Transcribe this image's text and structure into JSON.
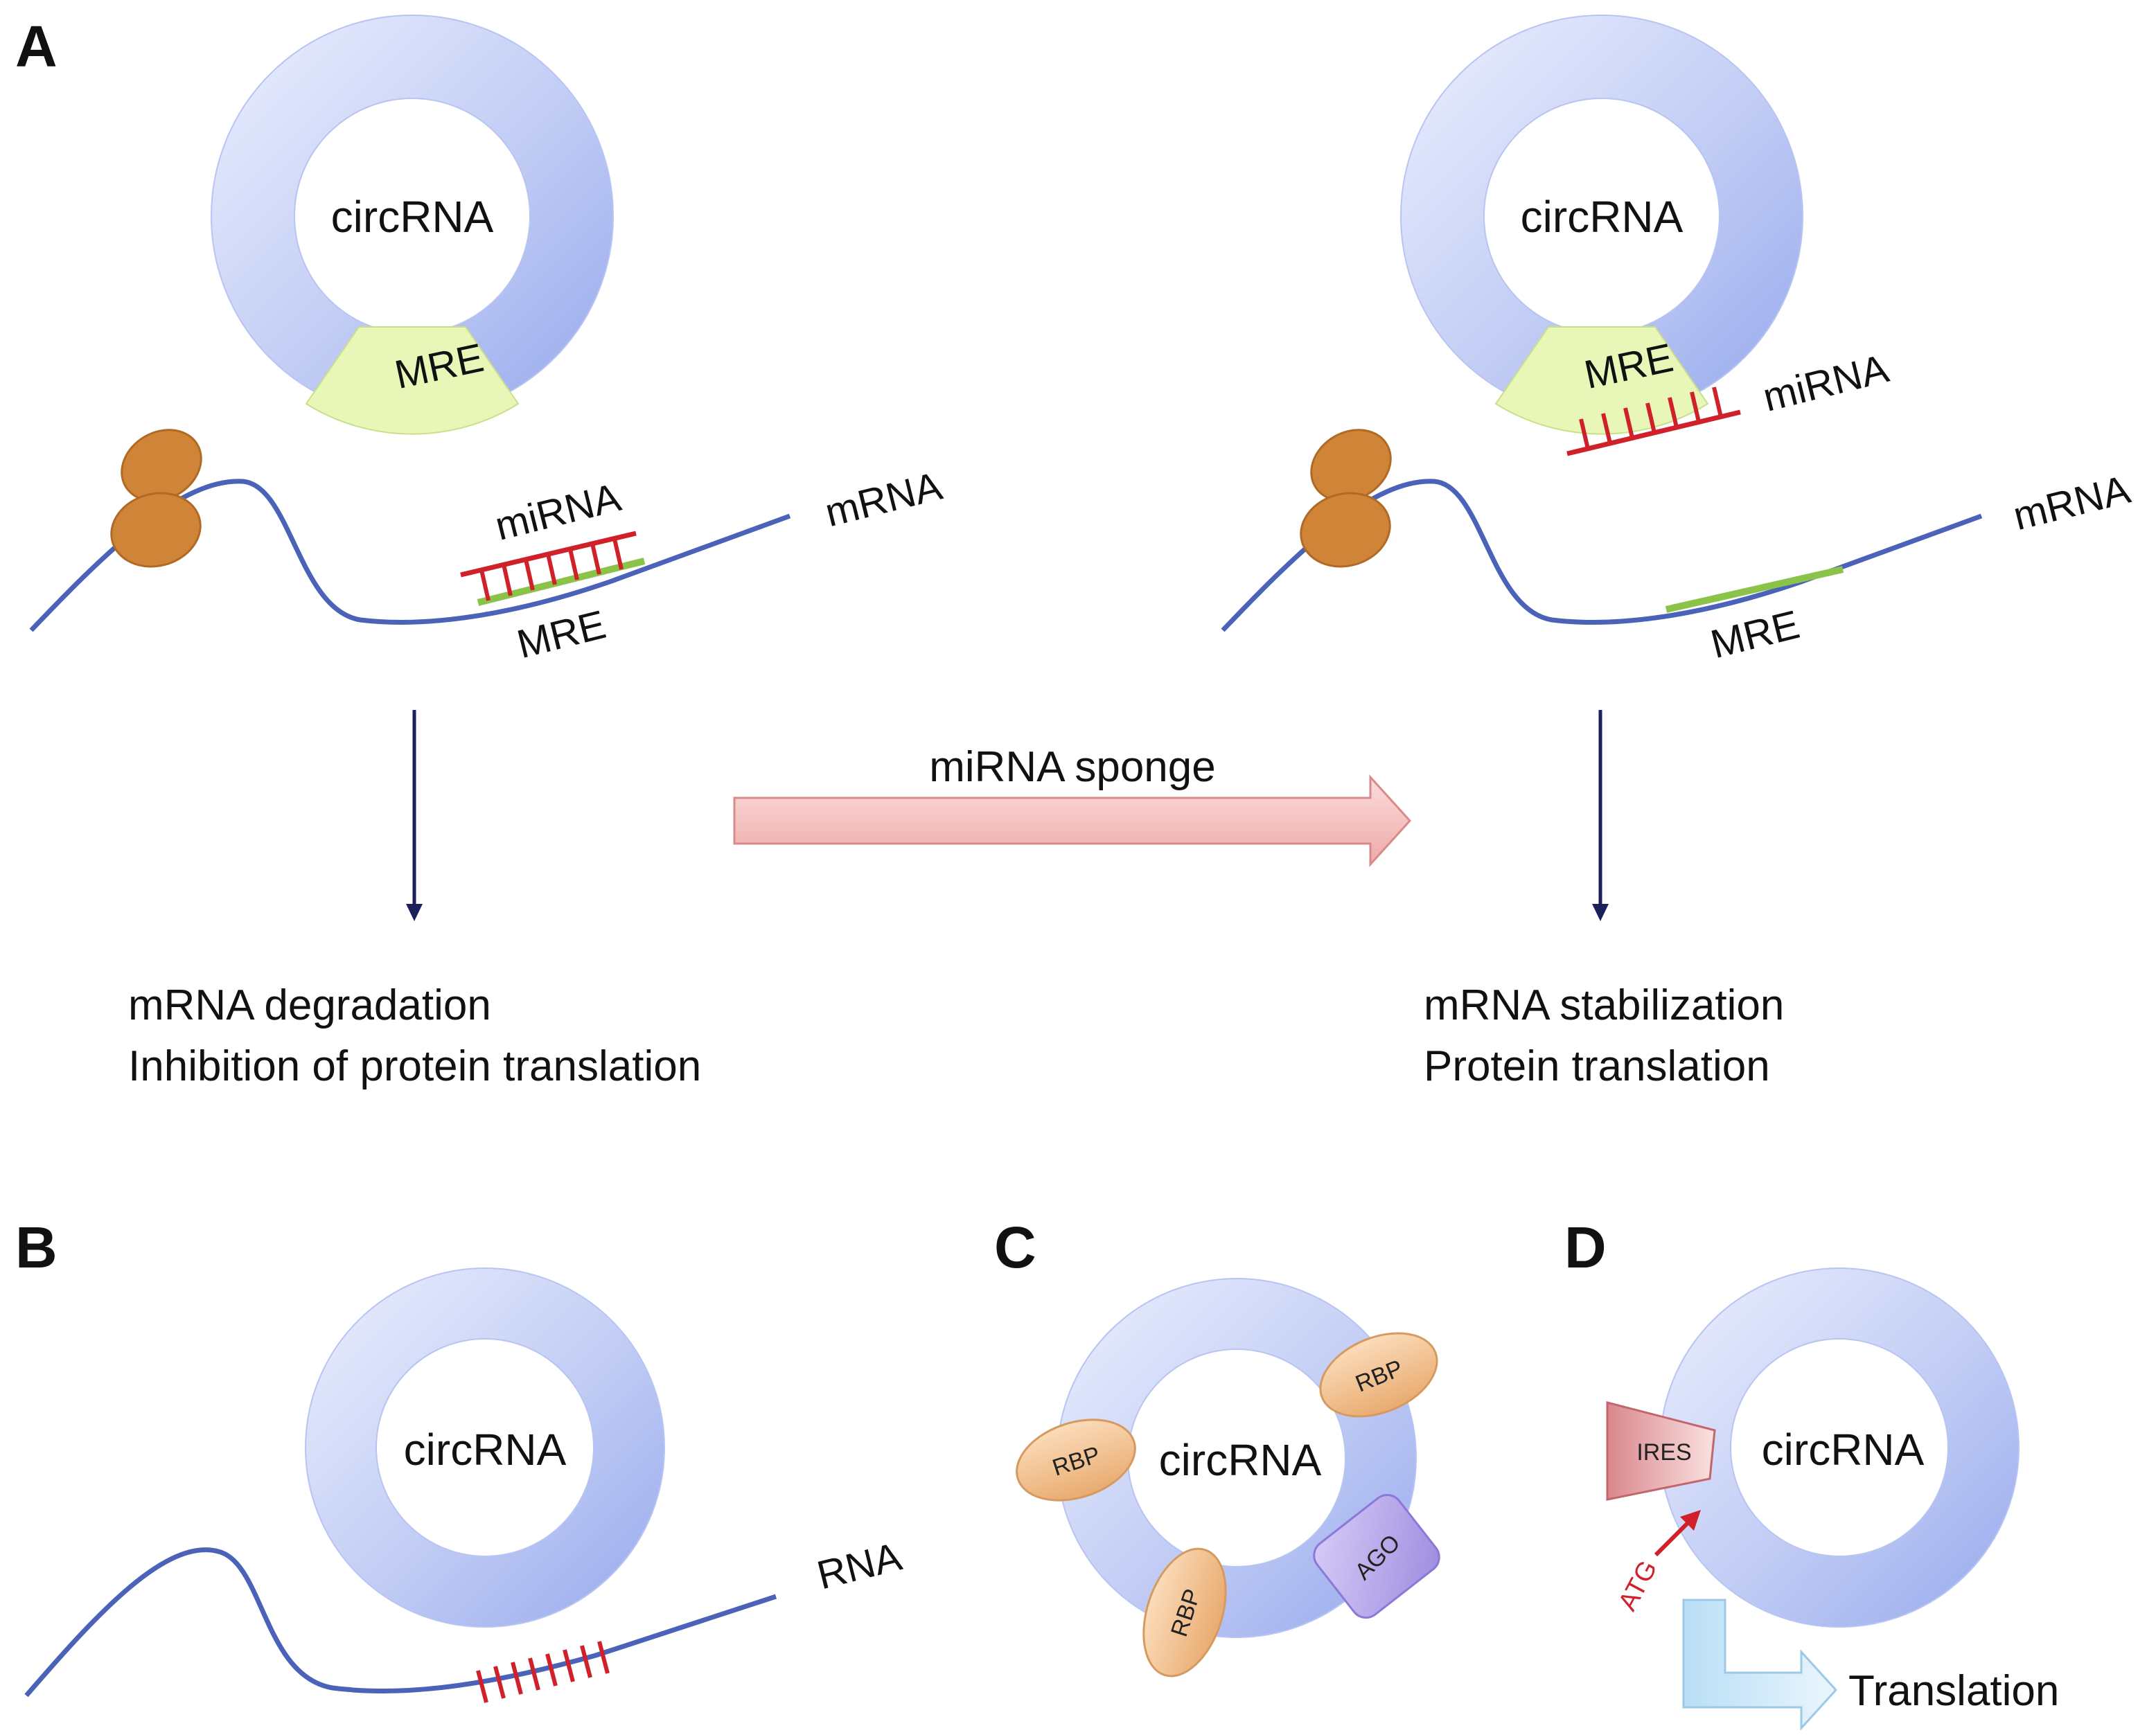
{
  "panels": {
    "A": {
      "letter": "A",
      "left": {
        "circ_label": "circRNA",
        "mre_on_circ": "MRE",
        "mirna_label": "miRNA",
        "mre_on_mrna": "MRE",
        "mrna_label": "mRNA",
        "outcome_line1": "mRNA degradation",
        "outcome_line2": "Inhibition of protein translation"
      },
      "center": {
        "arrow_label": "miRNA sponge"
      },
      "right": {
        "circ_label": "circRNA",
        "mre_on_circ": "MRE",
        "mirna_label": "miRNA",
        "mre_on_mrna": "MRE",
        "mrna_label": "mRNA",
        "outcome_line1": "mRNA stabilization",
        "outcome_line2": "Protein translation"
      }
    },
    "B": {
      "letter": "B",
      "circ_label": "circRNA",
      "rna_label": "RNA"
    },
    "C": {
      "letter": "C",
      "circ_label": "circRNA",
      "rbp_label": "RBP",
      "ago_label": "AGO"
    },
    "D": {
      "letter": "D",
      "circ_label": "circRNA",
      "ires_label": "IRES",
      "atg_label": "ATG",
      "translation_label": "Translation"
    }
  },
  "colors": {
    "ring": "#a7b6f0",
    "ring_light": "#dfe5fb",
    "mre_fill": "#e8f7b8",
    "rna_line": "#4a62b8",
    "mirna": "#d0202a",
    "ribosome": "#d08438",
    "sponge_arrow": "#f5c4c4",
    "rbp": "#f2c190",
    "ago": "#b7a7e8",
    "ires": "#e9a9a9",
    "translation_arrow": "#c6e6f8",
    "pathway_arrow": "#1b1f5c"
  }
}
